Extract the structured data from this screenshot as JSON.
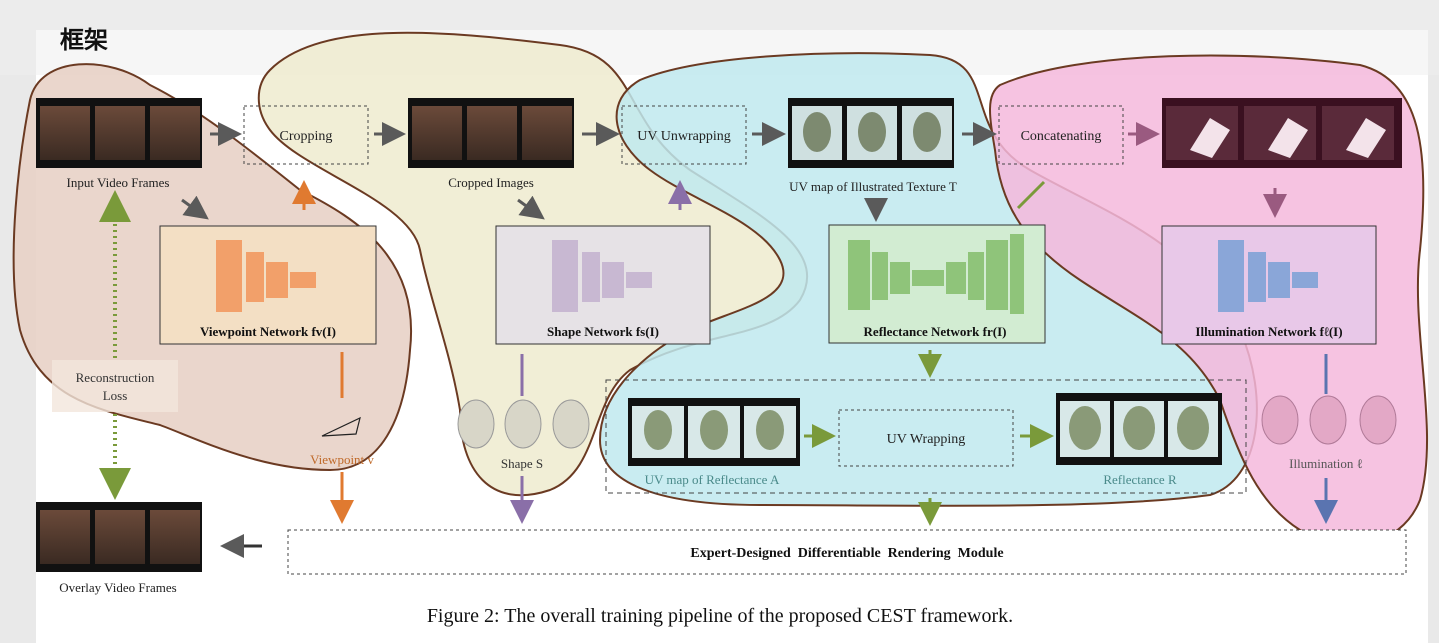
{
  "page_title": "框架",
  "labels": {
    "input_frames": "Input Video Frames",
    "cropping": "Cropping",
    "cropped_images": "Cropped Images",
    "uv_unwrapping": "UV Unwrapping",
    "uv_texture": "UV map of Illustrated Texture T",
    "concatenating": "Concatenating",
    "viewpoint_net": "Viewpoint Network fv(I)",
    "shape_net": "Shape Network fs(I)",
    "reflectance_net": "Reflectance Network fr(I)",
    "illumination_net": "Illumination Network fℓ(I)",
    "reconstruction_loss_1": "Reconstruction",
    "reconstruction_loss_2": "Loss",
    "viewpoint": "Viewpoint v",
    "shape": "Shape S",
    "uv_reflectance": "UV map of Reflectance A",
    "uv_wrapping": "UV Wrapping",
    "reflectance": "Reflectance R",
    "illumination": "Illumination ℓ",
    "rendering_module": "Expert-Designed  Differentiable  Rendering  Module",
    "overlay_frames": "Overlay Video Frames",
    "caption": "Figure 2: The overall training pipeline of the proposed CEST framework."
  },
  "colors": {
    "region_viewpoint": "#e8d2c6",
    "region_shape": "#eeebcf",
    "region_reflectance": "#bfe9ee",
    "region_illumination": "#f4b8dc",
    "outline": "#6b3a22",
    "orange": "#e07a30",
    "purple": "#8a6fa8",
    "green": "#7a9a3a",
    "blue": "#5a74b0",
    "gray": "#5a5a5a",
    "pink_arrow": "#9a5a80"
  }
}
